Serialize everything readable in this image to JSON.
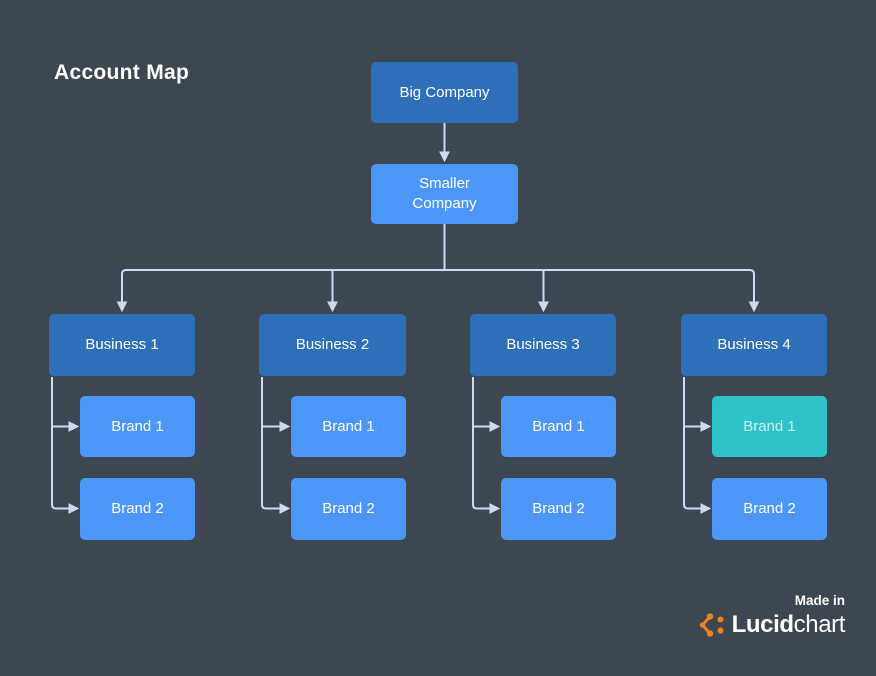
{
  "title": "Account Map",
  "nodes": {
    "big_company": "Big Company",
    "smaller_company": "Smaller\nCompany"
  },
  "columns": [
    {
      "business": "Business 1",
      "brands": [
        "Brand 1",
        "Brand 2"
      ]
    },
    {
      "business": "Business 2",
      "brands": [
        "Brand 1",
        "Brand 2"
      ]
    },
    {
      "business": "Business 3",
      "brands": [
        "Brand 1",
        "Brand 2"
      ]
    },
    {
      "business": "Business 4",
      "brands": [
        "Brand 1",
        "Brand 2"
      ]
    }
  ],
  "badge": {
    "made_in": "Made in",
    "brand_bold": "Lucid",
    "brand_light": "chart"
  },
  "colors": {
    "background": "#3d4751",
    "node_dark": "#2d6fb8",
    "node_light": "#4c96f7",
    "node_teal": "#2fc3c9",
    "node_teal_text": "#c9f5ec",
    "node_text": "#ffffff",
    "title_text": "#ffffff",
    "connector": "#cbdaf5",
    "logo_orange": "#f0831f",
    "logo_text": "#ffffff"
  }
}
